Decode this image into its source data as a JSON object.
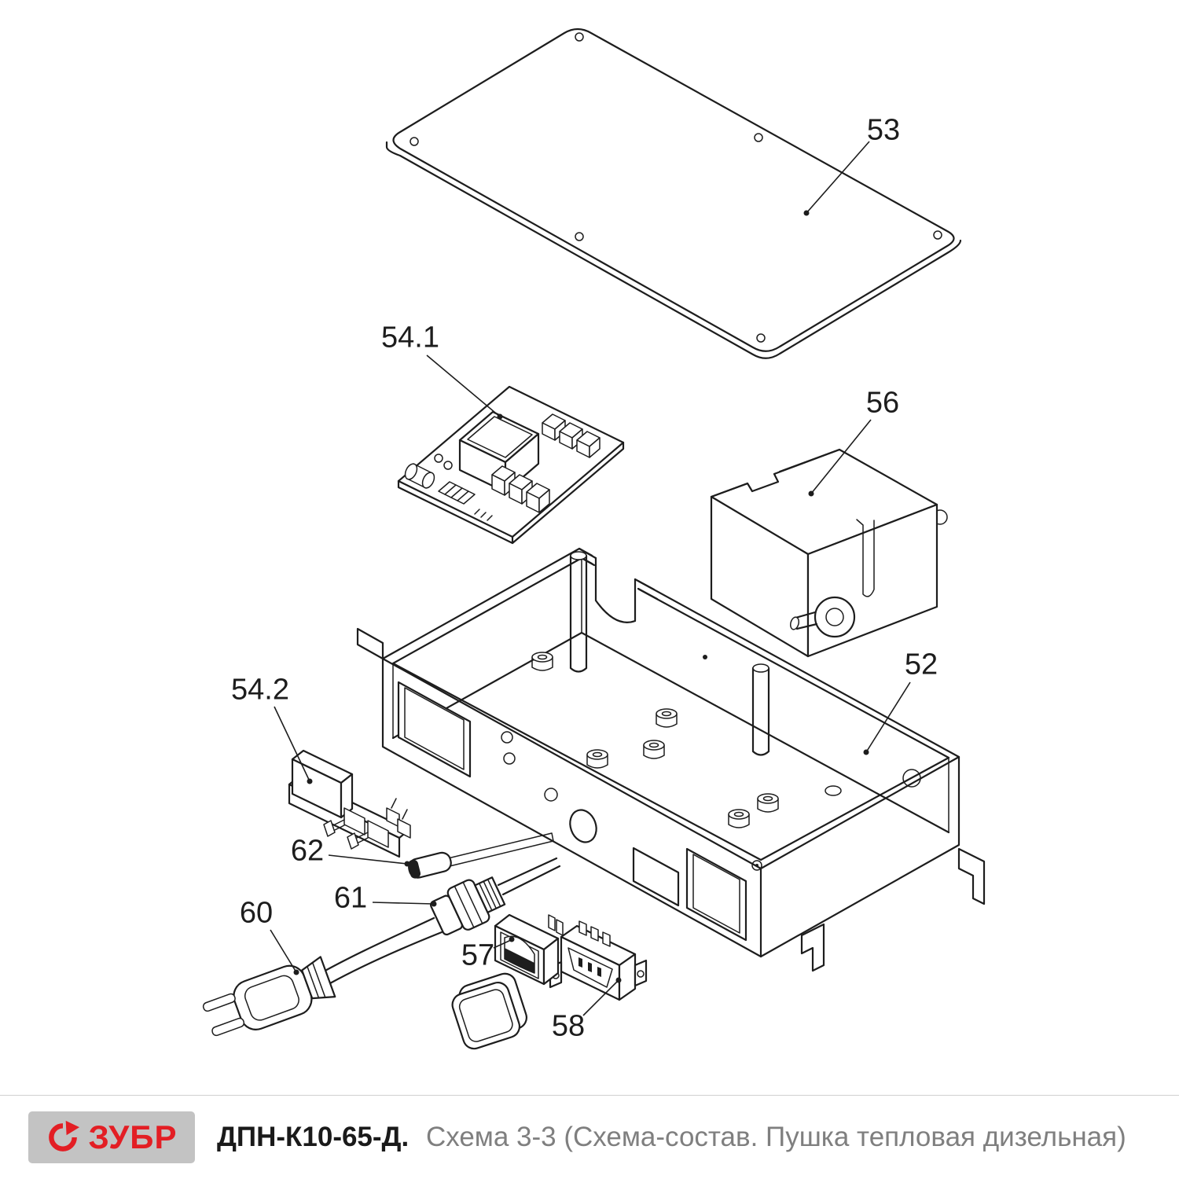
{
  "parts": [
    {
      "label": "53"
    },
    {
      "label": "54.1"
    },
    {
      "label": "56"
    },
    {
      "label": "52"
    },
    {
      "label": "54.2"
    },
    {
      "label": "62"
    },
    {
      "label": "61"
    },
    {
      "label": "60"
    },
    {
      "label": "57"
    },
    {
      "label": "58"
    }
  ],
  "footer": {
    "brand": "ЗУБР",
    "model": "ДПН-К10-65-Д.",
    "scheme": "Схема 3-3 (Схема-состав. Пушка тепловая дизельная)"
  },
  "colors": {
    "line": "#1d1d1d",
    "brand_red": "#e31e24",
    "logo_bg": "#c3c3c3",
    "scheme_gray": "#7f7f7f"
  }
}
